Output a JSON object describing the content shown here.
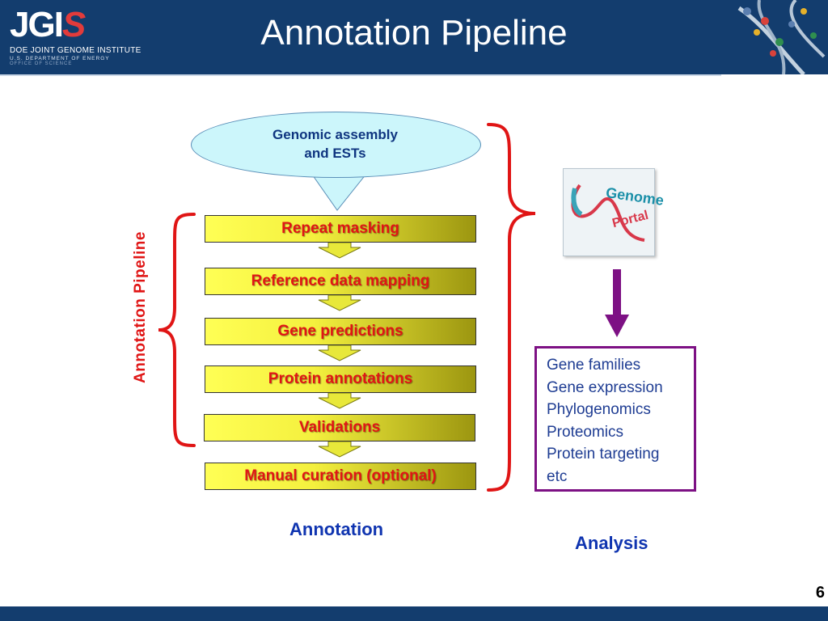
{
  "header": {
    "title": "Annotation Pipeline",
    "logo": {
      "mark": "JGI",
      "line1": "DOE JOINT GENOME INSTITUTE",
      "line2": "U.S. DEPARTMENT OF ENERGY",
      "line3": "OFFICE OF SCIENCE"
    }
  },
  "callout": {
    "line1": "Genomic assembly",
    "line2": "and ESTs"
  },
  "pipeline_label": "Annotation Pipeline",
  "steps": [
    "Repeat masking",
    "Reference data mapping",
    "Gene predictions",
    "Protein annotations",
    "Validations",
    "Manual curation (optional)"
  ],
  "portal": {
    "word1": "Genome",
    "word2": "Portal"
  },
  "analysis_items": [
    "Gene families",
    "Gene expression",
    "Phylogenomics",
    "Proteomics",
    "Protein targeting",
    "etc"
  ],
  "labels": {
    "annotation": "Annotation",
    "analysis": "Analysis"
  },
  "page_number": "6",
  "colors": {
    "header_bg": "#133d6e",
    "step_text": "#e01515",
    "brace": "#e01515",
    "analysis_border": "#7d1184",
    "analysis_text": "#1f3d93",
    "label_blue": "#0f34b0"
  }
}
